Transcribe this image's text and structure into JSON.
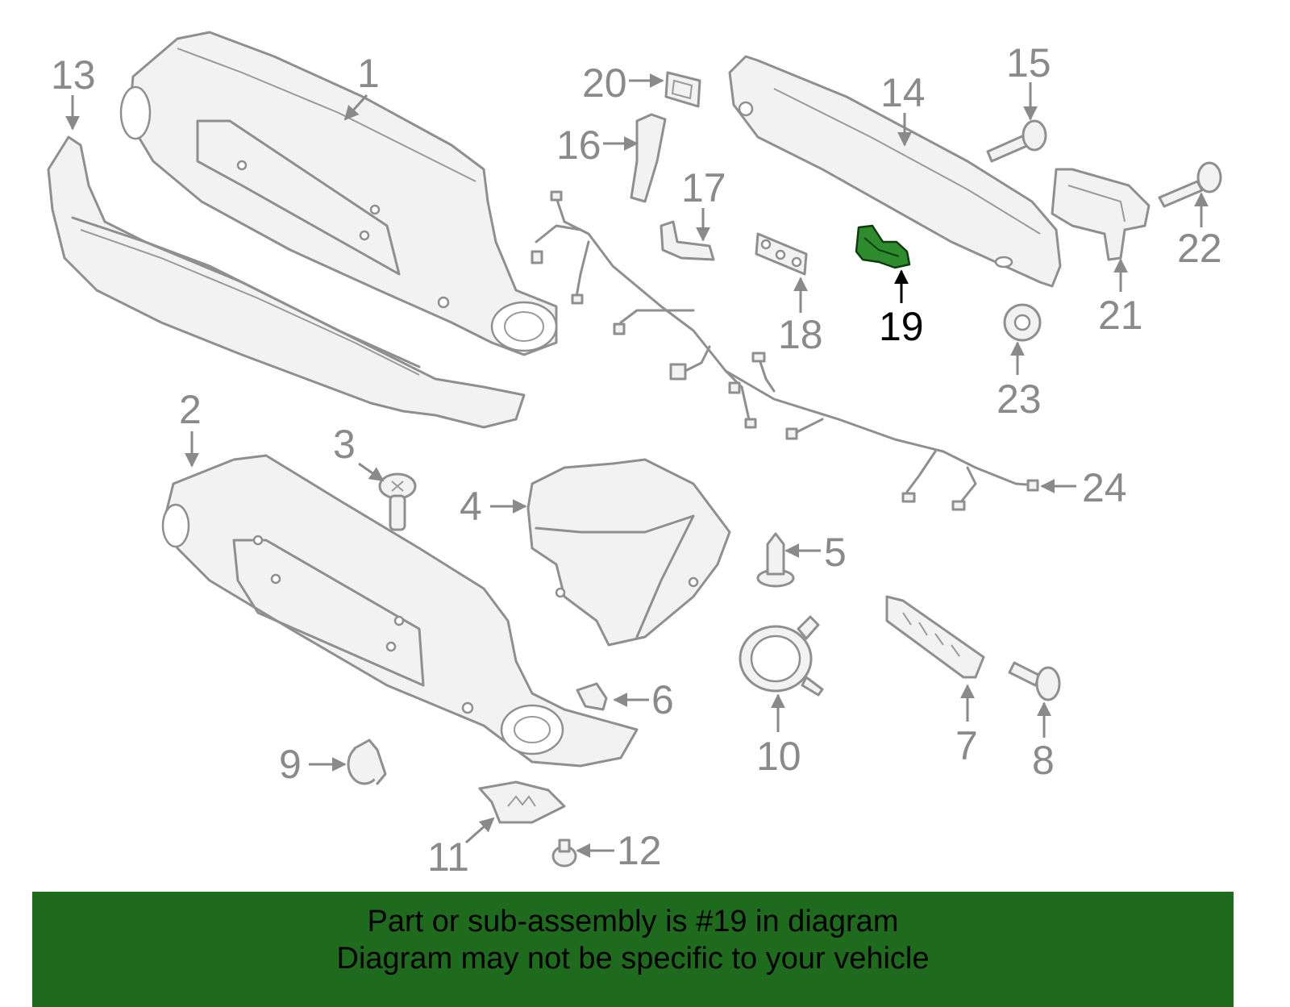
{
  "diagram": {
    "highlight_color": "#2e8b2e",
    "callouts": {
      "c1": "1",
      "c2": "2",
      "c3": "3",
      "c4": "4",
      "c5": "5",
      "c6": "6",
      "c7": "7",
      "c8": "8",
      "c9": "9",
      "c10": "10",
      "c11": "11",
      "c12": "12",
      "c13": "13",
      "c14": "14",
      "c15": "15",
      "c16": "16",
      "c17": "17",
      "c18": "18",
      "c19": "19",
      "c20": "20",
      "c21": "21",
      "c22": "22",
      "c23": "23",
      "c24": "24"
    }
  },
  "banner": {
    "background": "#1e6b1e",
    "line1": "Part or sub-assembly is #19 in diagram",
    "line2": "Diagram may not be specific to your vehicle"
  }
}
